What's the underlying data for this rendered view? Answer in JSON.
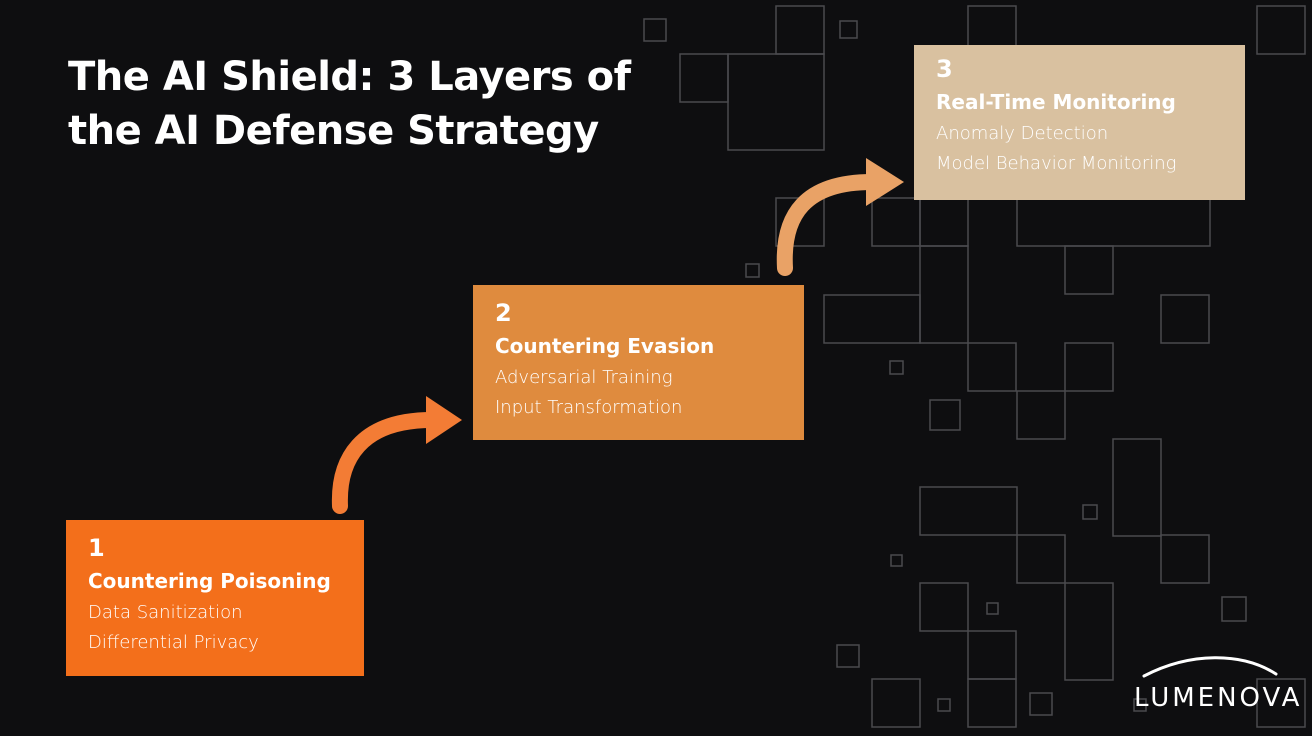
{
  "title": "The AI Shield: 3 Layers of the AI Defense Strategy",
  "layers": [
    {
      "number": "1",
      "heading": "Countering Poisoning",
      "items": [
        "Data Sanitization",
        "Differential Privacy"
      ],
      "color": "#f36f1b"
    },
    {
      "number": "2",
      "heading": "Countering Evasion",
      "items": [
        "Adversarial Training",
        "Input Transformation"
      ],
      "color": "#df8b3e"
    },
    {
      "number": "3",
      "heading": "Real-Time Monitoring",
      "items": [
        "Anomaly Detection",
        "Model Behavior Monitoring"
      ],
      "color": "#d9c1a0"
    }
  ],
  "arrow_colors": [
    "#f37c35",
    "#e9a266"
  ],
  "logo": {
    "text": "LUMENOVA",
    "icon": "arc-logo-icon"
  },
  "background_color": "#0e0e10",
  "grid_color": "#4a4a4e"
}
